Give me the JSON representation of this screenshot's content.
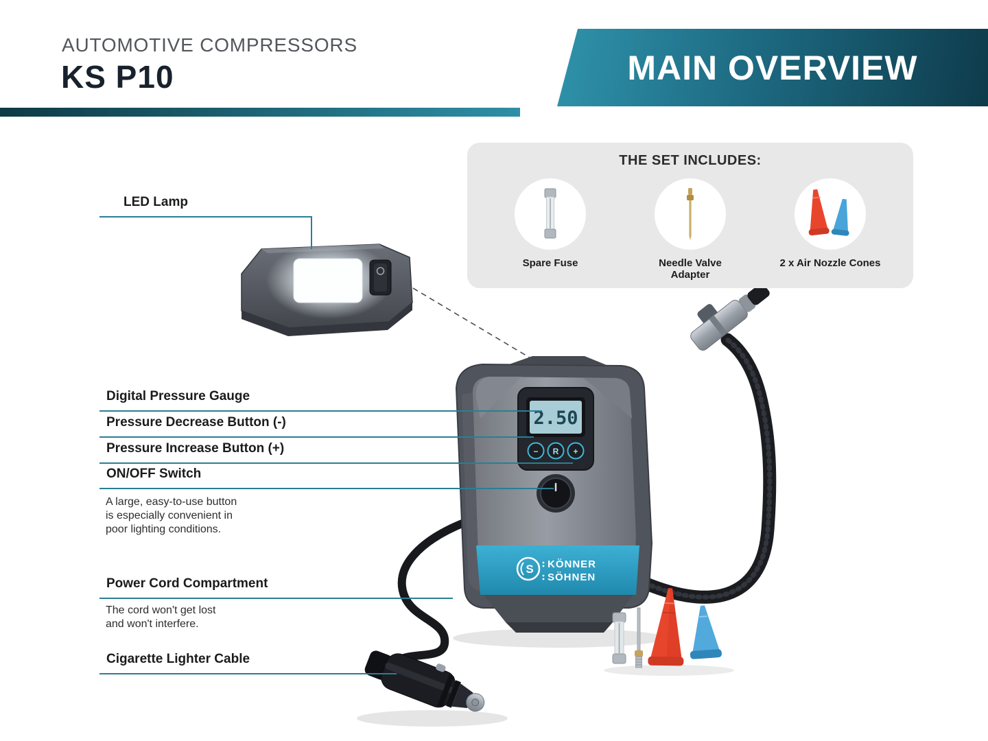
{
  "header": {
    "category": "AUTOMOTIVE COMPRESSORS",
    "model": "KS P10",
    "banner": "MAIN OVERVIEW"
  },
  "set_includes": {
    "title": "THE SET INCLUDES:",
    "items": [
      {
        "label": "Spare Fuse",
        "icon": "fuse-icon"
      },
      {
        "label": "Needle Valve\nAdapter",
        "icon": "needle-valve-icon"
      },
      {
        "label": "2 x Air Nozzle Cones",
        "icon": "air-nozzle-cones-icon"
      }
    ]
  },
  "callouts": {
    "led_lamp": {
      "title": "LED Lamp"
    },
    "pressure_gauge": {
      "title": "Digital Pressure Gauge"
    },
    "pressure_decrease": {
      "title": "Pressure Decrease Button (-)"
    },
    "pressure_increase": {
      "title": "Pressure Increase Button (+)"
    },
    "on_off_switch": {
      "title": "ON/OFF Switch",
      "description": "A large, easy-to-use button\nis especially convenient in\npoor lighting conditions."
    },
    "power_cord": {
      "title": "Power Cord Compartment",
      "description": "The cord won't get lost\nand won't interfere."
    },
    "cigarette_lighter": {
      "title": "Cigarette Lighter Cable"
    }
  },
  "device": {
    "display_value": "2.50",
    "button_minus": "−",
    "button_reset": "R",
    "button_plus": "+",
    "logo_letter": "S",
    "brand_line1": "KÖNNER",
    "brand_line2": "SÖHNEN"
  },
  "colors": {
    "teal_line": "#2a7e95",
    "banner_teal_light": "#2f93ab",
    "banner_teal_dark": "#0e3b4b",
    "accent_blue": "#2f9ec2",
    "panel_gray": "#e8e8e9"
  }
}
